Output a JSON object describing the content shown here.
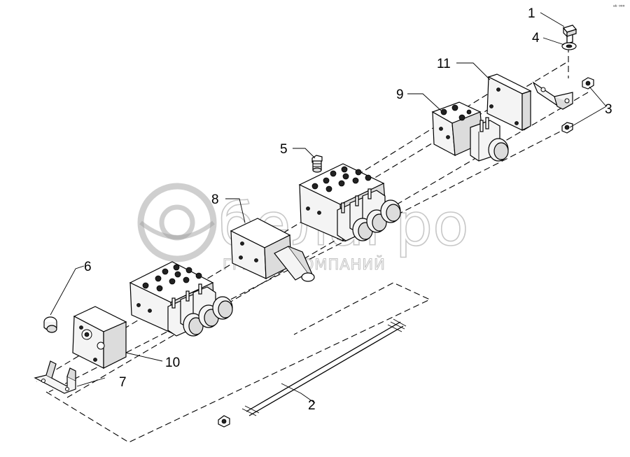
{
  "callouts": [
    {
      "id": "c1",
      "text": "1"
    },
    {
      "id": "c2",
      "text": "2"
    },
    {
      "id": "c3",
      "text": "3"
    },
    {
      "id": "c4",
      "text": "4"
    },
    {
      "id": "c5",
      "text": "5"
    },
    {
      "id": "c6",
      "text": "6"
    },
    {
      "id": "c7",
      "text": "7"
    },
    {
      "id": "c8",
      "text": "8"
    },
    {
      "id": "c9",
      "text": "9"
    },
    {
      "id": "c10",
      "text": "10"
    },
    {
      "id": "c11",
      "text": "11"
    }
  ],
  "watermark": {
    "brand": "белагро",
    "subtitle": "ГРУППА КОМПАНИЙ"
  },
  "corner_mark": "ᵃᵇ ⁰⁰⁰"
}
